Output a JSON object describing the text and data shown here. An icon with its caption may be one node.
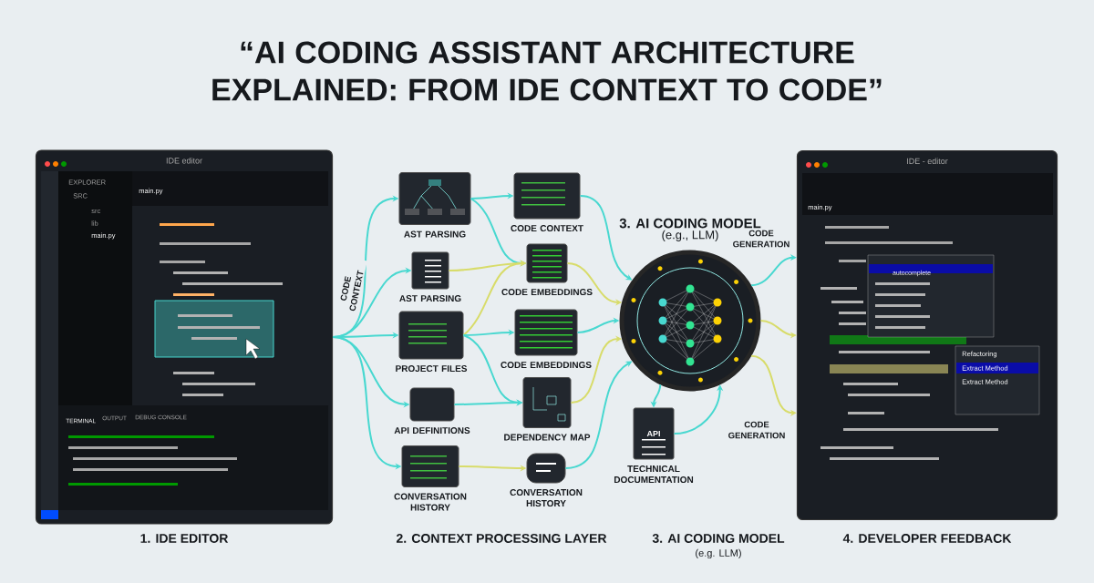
{
  "diagram": {
    "title": "“AI CODING ASSISTANT ARCHITECTURE EXPLAINED: FROM IDE CONTEXT TO CODE”",
    "nodes": [
      {
        "text": [
          "IDE editor"
        ]
      },
      {
        "text": [
          "AST PARSING"
        ]
      },
      {
        "text": [
          "AST PARSING"
        ]
      },
      {
        "text": [
          "PROJECT FILES"
        ]
      },
      {
        "text": [
          "API DEFINITIONS"
        ]
      },
      {
        "text": [
          "CONVERSATION HISTORY"
        ]
      },
      {
        "text": [
          "CODE CONTEXT"
        ]
      },
      {
        "text": [
          "CODE EMBEDDINGS"
        ]
      },
      {
        "text": [
          "CODE EMBEDDINGS"
        ]
      },
      {
        "text": [
          "DEPENDENCY MAP"
        ]
      },
      {
        "text": [
          "CONVERSATION HISTORY"
        ]
      },
      {
        "text": [
          "3. AI CODING MODEL",
          "(e.g., LLM)"
        ]
      },
      {
        "text": [
          "API",
          "TECHNICAL DOCUMENTATION"
        ]
      },
      {
        "text": [
          "IDE - editor"
        ]
      }
    ],
    "edges": [
      {
        "from": 0,
        "to": 1,
        "arrow": "to",
        "label": "CODE CONTEXT"
      },
      {
        "from": 0,
        "to": 2,
        "arrow": "to"
      },
      {
        "from": 0,
        "to": 3,
        "arrow": "to"
      },
      {
        "from": 0,
        "to": 4,
        "arrow": "to"
      },
      {
        "from": 0,
        "to": 5,
        "arrow": "to"
      },
      {
        "from": 1,
        "to": 6,
        "arrow": "to"
      },
      {
        "from": 1,
        "to": 7,
        "arrow": "to"
      },
      {
        "from": 2,
        "to": 7,
        "arrow": "to",
        "color": "#d8dc6a"
      },
      {
        "from": 3,
        "to": 7,
        "arrow": "to",
        "color": "#d8dc6a"
      },
      {
        "from": 3,
        "to": 8,
        "arrow": "to"
      },
      {
        "from": 3,
        "to": 9,
        "arrow": "to"
      },
      {
        "from": 4,
        "to": 9,
        "arrow": "to"
      },
      {
        "from": 5,
        "to": 10,
        "arrow": "to",
        "color": "#d8dc6a"
      },
      {
        "from": 6,
        "to": 11,
        "arrow": "to"
      },
      {
        "from": 7,
        "to": 11,
        "arrow": "to",
        "color": "#d8dc6a"
      },
      {
        "from": 8,
        "to": 11,
        "arrow": "to"
      },
      {
        "from": 9,
        "to": 11,
        "arrow": "to",
        "color": "#d8dc6a"
      },
      {
        "from": 10,
        "to": 11,
        "arrow": "to"
      },
      {
        "from": 11,
        "to": 12,
        "arrow": "to"
      },
      {
        "from": 12,
        "to": 11,
        "arrow": "to"
      },
      {
        "from": 11,
        "to": 13,
        "arrow": "to",
        "label": "CODE GENERATION"
      },
      {
        "from": 11,
        "to": 13,
        "arrow": "to",
        "color": "#d8dc6a"
      },
      {
        "from": 11,
        "to": 13,
        "arrow": "to",
        "color": "#d8dc6a",
        "label": "CODE GENERATION"
      }
    ],
    "labels": [
      "EXPLORER",
      "SRC",
      "src",
      "lib",
      "main.py",
      "main.py",
      "TERMINAL",
      "OUTPUT",
      "DEBUG CONSOLE",
      "main.py",
      "autocomplete",
      "Refactoring",
      "Extract Method",
      "Extract Method",
      "1. IDE EDITOR",
      "2. CONTEXT PROCESSING LAYER",
      "3. AI CODING MODEL",
      "(e.g. LLM)",
      "4. DEVELOPER FEEDBACK"
    ]
  }
}
